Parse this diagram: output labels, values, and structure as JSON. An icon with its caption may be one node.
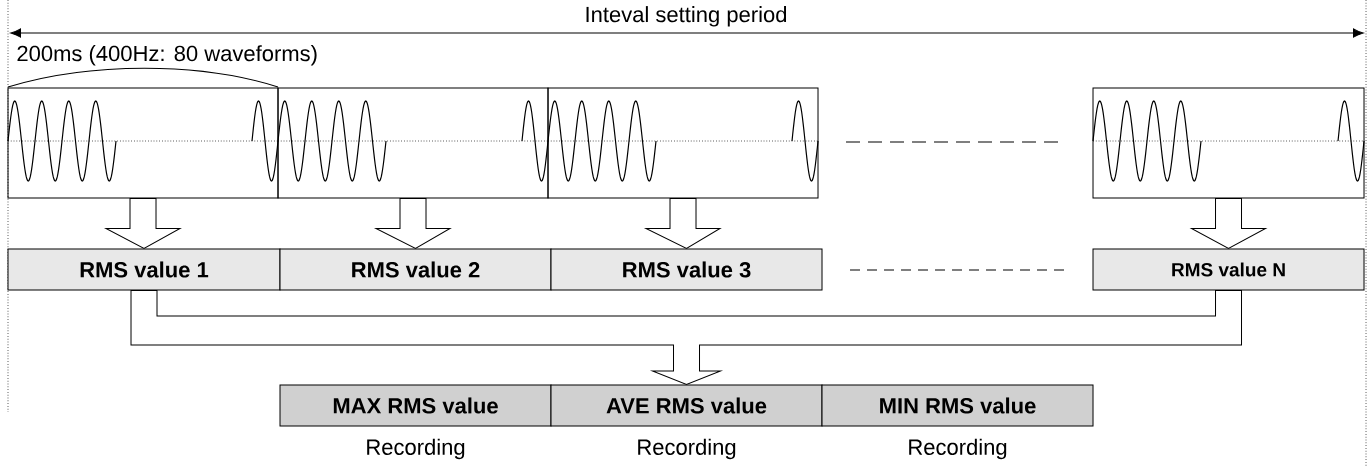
{
  "diagram": {
    "nodes": [
      {
        "text": [],
        "shape": "box"
      },
      {
        "text": [],
        "shape": "box"
      },
      {
        "text": [],
        "shape": "box"
      },
      {
        "text": [],
        "shape": "box"
      },
      {
        "text": [
          "RMS value 1"
        ]
      },
      {
        "text": [
          "RMS value 2"
        ]
      },
      {
        "text": [
          "RMS value 3"
        ]
      },
      {
        "text": [
          "RMS value N"
        ]
      },
      {
        "text": [
          "MAX RMS value"
        ],
        "beside": [
          "Recording"
        ]
      },
      {
        "text": [
          "AVE RMS value"
        ],
        "beside": [
          "Recording"
        ]
      },
      {
        "text": [
          "MIN RMS value"
        ],
        "beside": [
          "Recording"
        ]
      }
    ],
    "edges": [
      {
        "from": 0,
        "to": 4,
        "arrow": "to"
      },
      {
        "from": 1,
        "to": 5,
        "arrow": "to"
      },
      {
        "from": 2,
        "to": 6,
        "arrow": "to"
      },
      {
        "from": 3,
        "to": 7,
        "arrow": "to"
      },
      {
        "from": 4,
        "to": 9,
        "arrow": "to"
      },
      {
        "from": 7,
        "to": 9,
        "arrow": "to"
      }
    ],
    "labels": [
      "Inteval setting period",
      "200ms (400Hz: 80 waveforms)"
    ]
  }
}
